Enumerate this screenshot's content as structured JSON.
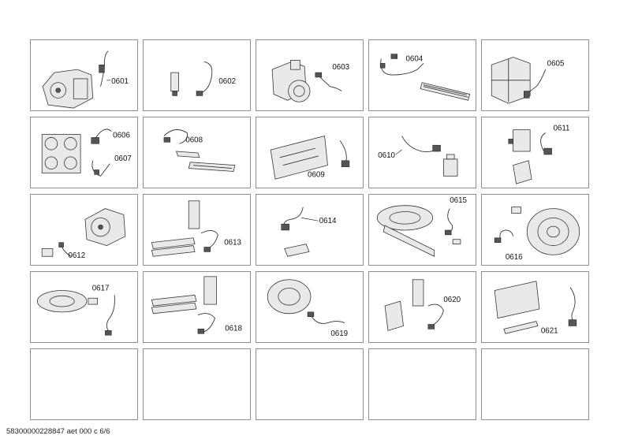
{
  "sheet": {
    "footer_text": "58300000228847 aet 000 c 6/6",
    "cells": [
      {
        "labels": [
          "0601"
        ],
        "art": "motor"
      },
      {
        "labels": [
          "0602"
        ],
        "art": "sensor-wire"
      },
      {
        "labels": [
          "0603"
        ],
        "art": "pump"
      },
      {
        "labels": [
          "0604"
        ],
        "art": "heater-wire"
      },
      {
        "labels": [
          "0605"
        ],
        "art": "module"
      },
      {
        "labels": [
          "0606",
          "0607"
        ],
        "art": "filter-block"
      },
      {
        "labels": [
          "0608"
        ],
        "art": "heater-harness"
      },
      {
        "labels": [
          "0609"
        ],
        "art": "pcb-harness"
      },
      {
        "labels": [
          "0610"
        ],
        "art": "cable-lock"
      },
      {
        "labels": [
          "0611"
        ],
        "art": "doorlock"
      },
      {
        "labels": [
          "0612"
        ],
        "art": "motor2"
      },
      {
        "labels": [
          "0613"
        ],
        "art": "heater-pcb"
      },
      {
        "labels": [
          "0614"
        ],
        "art": "small-harness"
      },
      {
        "labels": [
          "0615"
        ],
        "art": "tub-front"
      },
      {
        "labels": [
          "0616"
        ],
        "art": "tub-drum"
      },
      {
        "labels": [
          "0617"
        ],
        "art": "ring-part"
      },
      {
        "labels": [
          "0618"
        ],
        "art": "heater-pcb2"
      },
      {
        "labels": [
          "0619"
        ],
        "art": "fan-wire"
      },
      {
        "labels": [
          "0620"
        ],
        "art": "boards-wire"
      },
      {
        "labels": [
          "0621"
        ],
        "art": "pcb-strip"
      },
      {
        "labels": [],
        "art": "empty"
      },
      {
        "labels": [],
        "art": "empty"
      },
      {
        "labels": [],
        "art": "empty"
      },
      {
        "labels": [],
        "art": "empty"
      },
      {
        "labels": [],
        "art": "empty"
      }
    ]
  }
}
